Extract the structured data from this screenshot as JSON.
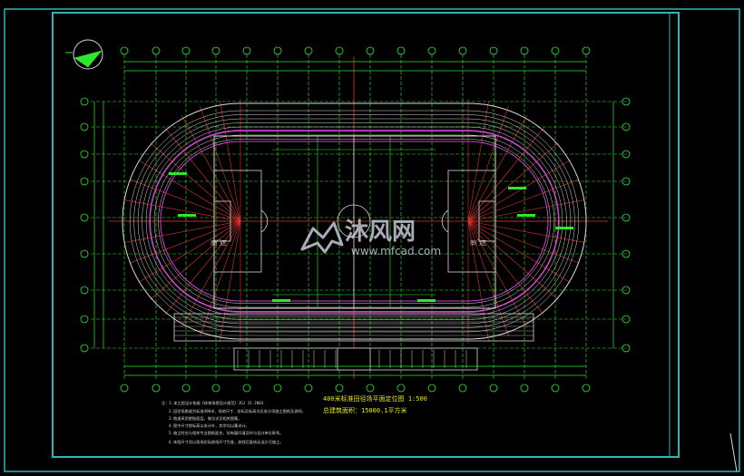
{
  "drawing": {
    "title": "400米标准田径场平面定位图 1:500",
    "subtitle": "总建筑面积：15000.1平方米",
    "left_field_label": "南门区",
    "right_field_label": "南门区"
  },
  "watermark": {
    "brand": "沐风网",
    "url": "www.mfcad.com"
  },
  "notes": [
    "注：1.本工程设计依据《体育场馆设计规范》JGJ 31-2003",
    "2.田径场跑道为标准400米，场地尺寸、坐标及标高详见各分项施工图纸及说明。",
    "3.跑道采用塑胶面层，做法详见相关图集。",
    "4.图中尺寸除标高以米计外，其余均以毫米计。",
    "5.施工时应与相关专业图纸配合，如有疑问请及时与设计单位联系。",
    "6.本图尺寸须以现场实际放线尺寸为准，放线后复核无误方可施工。"
  ],
  "colors": {
    "background": "#000000",
    "frame": "#2fb5b5",
    "dim_red": "#e03030",
    "grid_green": "#2ee82e",
    "track_white": "#d8d8d8",
    "lane_magenta": "#d040d0",
    "label_yellow": "#e8e820",
    "watermark": "#c8c8d8"
  }
}
